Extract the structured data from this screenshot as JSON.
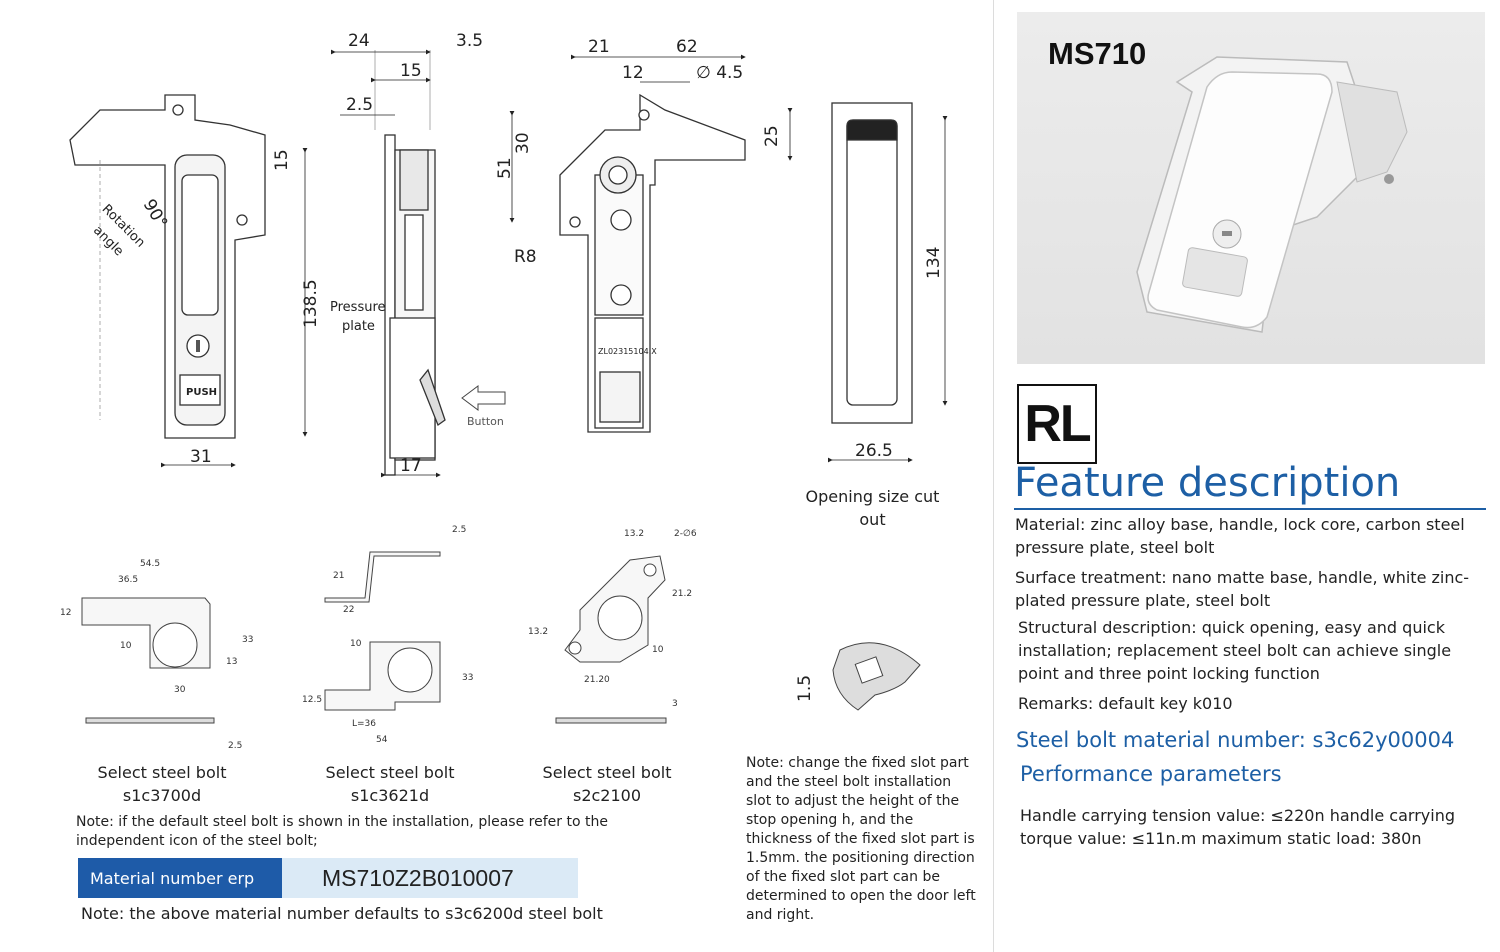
{
  "dimensions": {
    "front": {
      "d15": "15",
      "d138": "138.5",
      "d31": "31",
      "angle": "90°",
      "rot_label_1": "Rotation",
      "rot_label_2": "angle",
      "push": "PUSH"
    },
    "side": {
      "d24": "24",
      "d3_5": "3.5",
      "d15": "15",
      "d2_5": "2.5",
      "d17": "17",
      "pressure_1": "Pressure",
      "pressure_2": "plate",
      "button": "Button"
    },
    "back": {
      "d21": "21",
      "d62": "62",
      "d12": "12",
      "d4_5": "∅ 4.5",
      "d51": "51",
      "d30": "30",
      "d25": "25",
      "r8": "R8",
      "stamp": "ZL02315104.X"
    },
    "cutout": {
      "d134": "134",
      "d26_5": "26.5",
      "caption": "Opening size cut out"
    }
  },
  "bolts": [
    {
      "caption_1": "Select steel bolt",
      "caption_2": "s1c3700d",
      "dims": {
        "a": "54.5",
        "b": "36.5",
        "c": "12",
        "d": "10",
        "e": "13",
        "f": "33",
        "g": "30",
        "h": "2.5"
      }
    },
    {
      "caption_1": "Select steel bolt",
      "caption_2": "s1c3621d",
      "dims": {
        "a": "2.5",
        "b": "21",
        "c": "22",
        "d": "10",
        "e": "33",
        "f": "12.5",
        "g": "L=36",
        "h": "54"
      }
    },
    {
      "caption_1": "Select steel bolt",
      "caption_2": "s2c2100",
      "dims": {
        "a": "13.2",
        "b": "2-∅6",
        "c": "21.2",
        "d": "13.2",
        "e": "10",
        "f": "21.20",
        "g": "3"
      }
    }
  ],
  "stop_part": {
    "d1_5": "1.5"
  },
  "notes": {
    "default_bolt": "Note: if the default steel bolt is shown in the installation, please refer to the independent icon of the steel bolt;",
    "erp_label": "Material number erp",
    "erp_value": "MS710Z2B010007",
    "erp_note": "Note: the above material number defaults to s3c6200d steel bolt",
    "slot_note": "Note: change the fixed slot part and the steel bolt installation slot to adjust the height of the stop opening h, and the thickness of the fixed slot part is 1.5mm. the positioning direction of the fixed slot part can be determined to open the door left and right."
  },
  "product": {
    "model": "MS710",
    "code": "RL",
    "feature_title": "Feature description",
    "material": "Material: zinc alloy base, handle, lock core, carbon steel pressure plate, steel bolt",
    "surface": "Surface treatment: nano matte base, handle, white zinc-plated pressure plate, steel bolt",
    "structural": "Structural description: quick opening, easy and quick installation; replacement steel bolt can achieve single point and three point locking function",
    "remarks": "Remarks: default key k010",
    "bolt_number": "Steel bolt material number: s3c62y00004",
    "perf_title": "Performance parameters",
    "perf_text": "Handle carrying tension value: ≤220n handle carrying torque value: ≤11n.m maximum static load: 380n"
  },
  "colors": {
    "accent_blue": "#1d5fa5",
    "erp_label_bg": "#1e5ba8",
    "erp_value_bg": "#dbeaf6"
  }
}
